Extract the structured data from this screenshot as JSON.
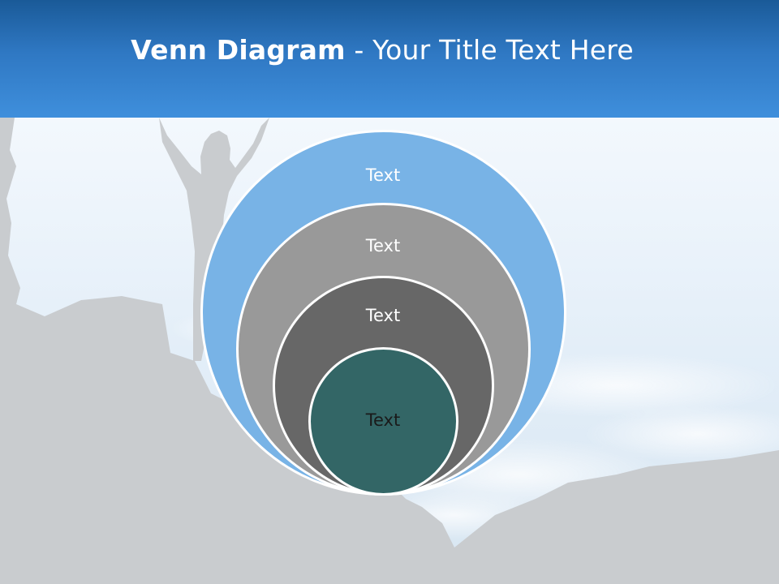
{
  "title": {
    "bold": "Venn Diagram",
    "rest": " - Your Title Text Here"
  },
  "diagram": {
    "circles": [
      {
        "label": "Text",
        "color": "#78b3e6",
        "text_color": "#ffffff"
      },
      {
        "label": "Text",
        "color": "#999999",
        "text_color": "#ffffff"
      },
      {
        "label": "Text",
        "color": "#676767",
        "text_color": "#ffffff"
      },
      {
        "label": "Text",
        "color": "#336666",
        "text_color": "#1a1a1a"
      }
    ]
  },
  "colors": {
    "header": "#2f78c3",
    "sky": "#e6f0fa",
    "rock": "#c9cccf"
  }
}
